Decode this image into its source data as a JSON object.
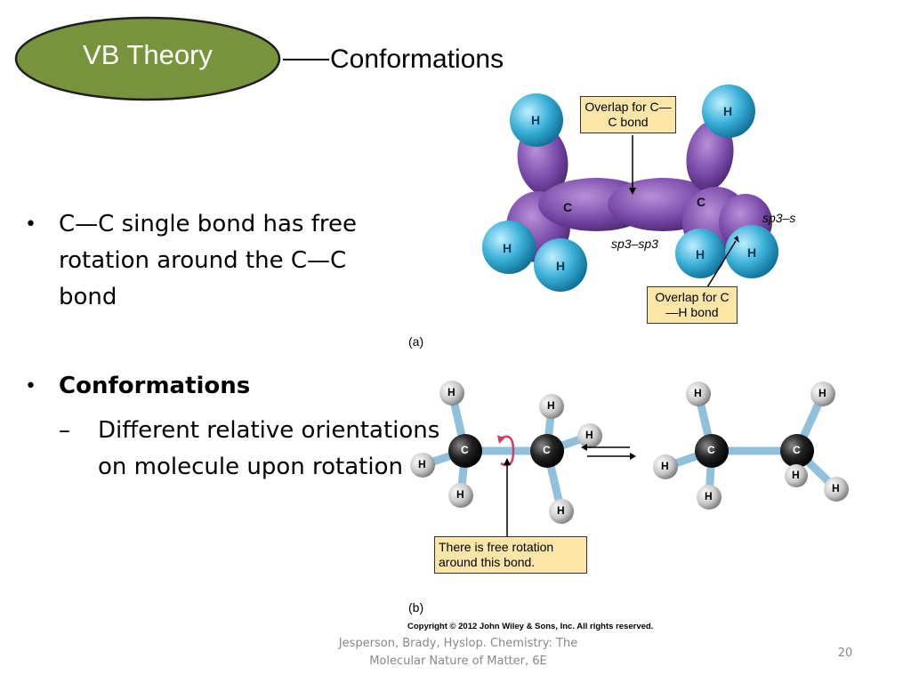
{
  "header": {
    "badge_label": "VB Theory",
    "badge_color": "#77933c",
    "section_title": "Conformations"
  },
  "bullets": {
    "b1": "C—C single bond has free rotation around the C—C bond",
    "b2": "Conformations",
    "sub1": "Different relative orientations on molecule upon rotation"
  },
  "figure": {
    "callout_cc": "Overlap for C—C bond",
    "callout_ch": "Overlap for C—H bond",
    "label_sp3s": "sp3–s",
    "label_sp3sp3": "sp3–sp3",
    "label_a": "(a)",
    "label_b": "(b)",
    "callout_rotation": "There is free rotation around this bond.",
    "atom_h": "H",
    "atom_c": "C"
  },
  "footer": {
    "copyright": "Copyright © 2012 John Wiley & Sons, Inc. All rights reserved.",
    "credit": "Jesperson, Brady, Hyslop. Chemistry: The Molecular Nature of Matter, 6E",
    "page_number": "20"
  }
}
